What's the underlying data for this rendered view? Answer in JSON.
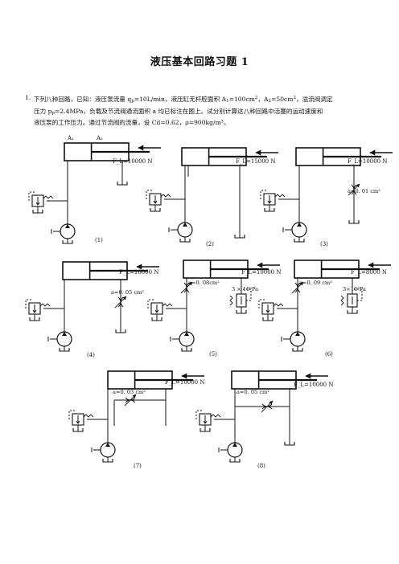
{
  "document": {
    "title": "液压基本回路习题 1",
    "problem": {
      "number": "1.",
      "line1_parts": [
        "下列八种回路，已知：液压泵流量 q",
        "p",
        "=10L/min，液压缸无杆腔面积 A",
        "1",
        "=100cm",
        "2",
        "，A",
        "2",
        "=50cm",
        "2",
        "，溢流阀调定"
      ],
      "line2_parts": [
        "压力 p",
        "p",
        "=2.4MPa，负载及节流阀通流面积 a 均已标注在图上。试分别计算这八种回路中活塞的运动速度和"
      ],
      "line3": "液压泵的工作压力。通过节流阀的流量，设 Cd=0.62，ρ=900kg/m³。"
    },
    "circuits": [
      {
        "caption": "(1)",
        "area1_label": "A₁",
        "area2_label": "A₂",
        "load_label": "F_L=10000 N"
      },
      {
        "caption": "(2)",
        "load_label": "F_L=15000 N"
      },
      {
        "caption": "(3)",
        "load_label": "F_L=10000 N",
        "throttle_label": "a=0. 01 cm²"
      },
      {
        "caption": "(4)",
        "load_label": "F_L=10000 N",
        "throttle_label": "a=0. 05 cm²"
      },
      {
        "caption": "(5)",
        "load_label": "F_L=10000 N",
        "throttle_label": "a=0. 08cm²",
        "valve_pressure_label": "3 × 10⁵Pa"
      },
      {
        "caption": "(6)",
        "load_label": "F_L=8000 N",
        "throttle_label": "a=0. 09 cm²",
        "valve_pressure_label": "3×10⁵Pa"
      },
      {
        "caption": "(7)",
        "load_label": "F_L=10000 N",
        "throttle_label": "a=0. 03 cm²"
      },
      {
        "caption": "(8)",
        "load_label": "F_L=10000 N",
        "throttle_label": "a=0. 05 cm²"
      }
    ]
  }
}
